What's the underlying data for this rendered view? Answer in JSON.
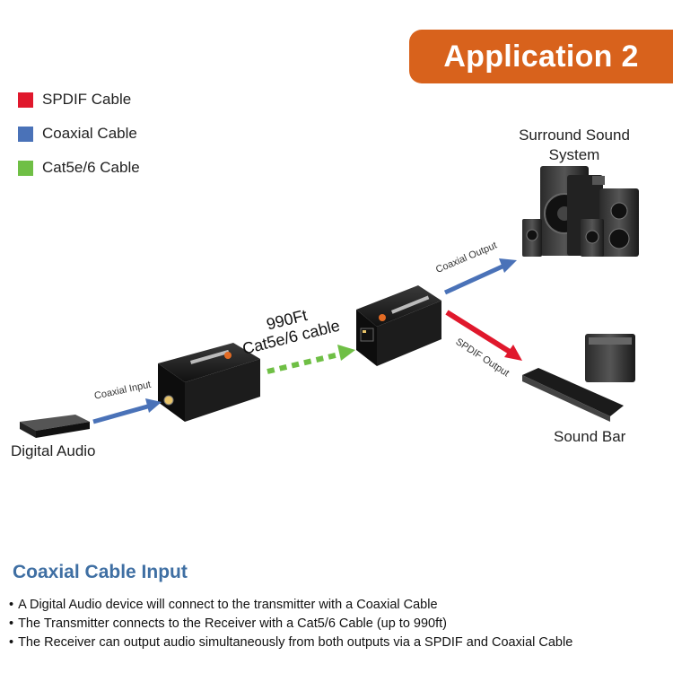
{
  "banner": {
    "title": "Application 2"
  },
  "legend": [
    {
      "label": "SPDIF Cable",
      "color": "#e0182c"
    },
    {
      "label": "Coaxial Cable",
      "color": "#4a72b8"
    },
    {
      "label": "Cat5e/6 Cable",
      "color": "#6fbf45"
    }
  ],
  "devices": {
    "source": "Digital Audio",
    "surround": "Surround Sound System",
    "soundbar": "Sound Bar"
  },
  "connections": {
    "coax_input": "Coaxial Input",
    "cable_length": "990Ft",
    "cable_type": "Cat5e/6 cable",
    "coax_output": "Coaxial Output",
    "spdif_output": "SPDIF Output"
  },
  "section": {
    "title": "Coaxial Cable Input",
    "bullets": [
      "A Digital Audio device will connect to the transmitter with a Coaxial Cable",
      "The Transmitter connects to the Receiver with a Cat5/6 Cable (up to 990ft)",
      "The Receiver can output audio simultaneously from both outputs via a SPDIF and Coaxial Cable"
    ]
  }
}
